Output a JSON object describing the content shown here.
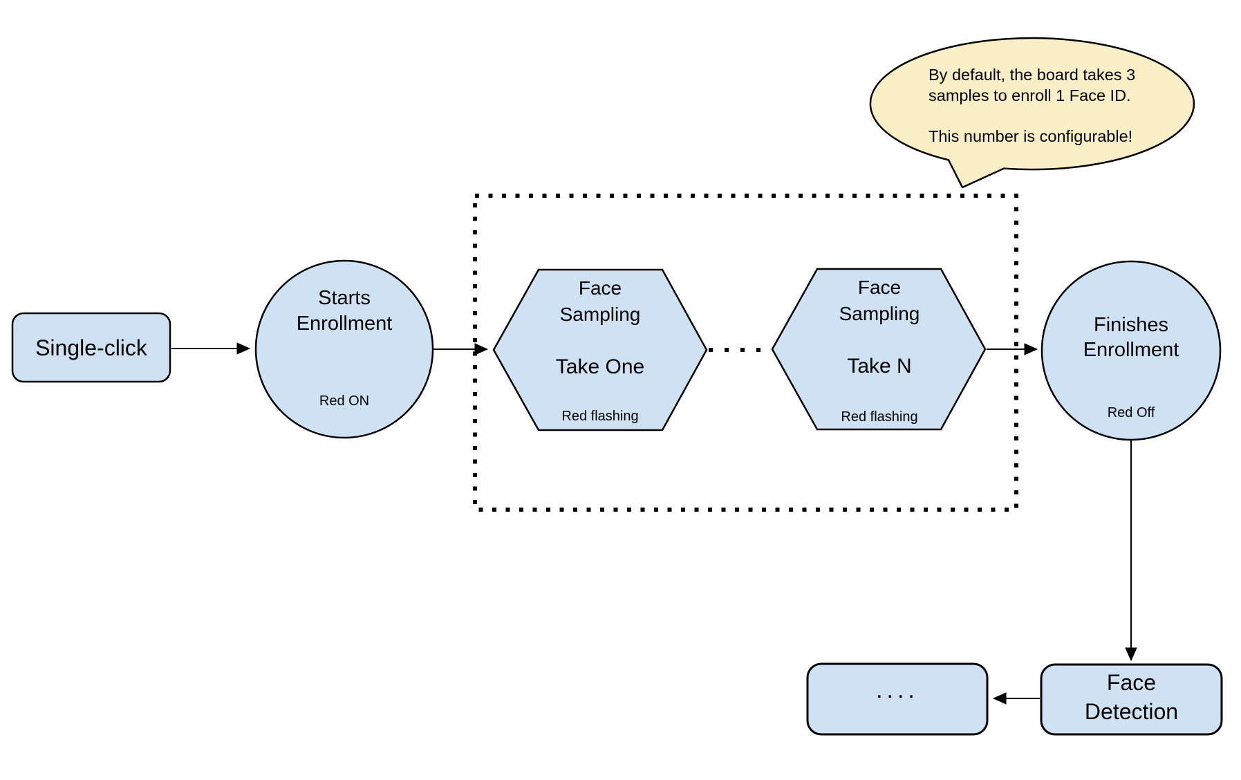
{
  "colors": {
    "node_fill": "#cfe2f3",
    "node_stroke": "#000000",
    "callout_fill": "#faeec6"
  },
  "nodes": {
    "single_click": {
      "label": "Single-click"
    },
    "starts_enrollment": {
      "line1": "Starts",
      "line2": "Enrollment",
      "status": "Red ON"
    },
    "face_sampling_take_one": {
      "line1": "Face",
      "line2": "Sampling",
      "take_label": "Take One",
      "status": "Red flashing"
    },
    "face_sampling_take_n": {
      "line1": "Face",
      "line2": "Sampling",
      "take_label": "Take N",
      "status": "Red flashing"
    },
    "finishes_enrollment": {
      "line1": "Finishes",
      "line2": "Enrollment",
      "status": "Red Off"
    },
    "face_detection": {
      "line1": "Face",
      "line2": "Detection"
    },
    "continuation": {
      "label": "...."
    }
  },
  "callout": {
    "lines": [
      "By default, the board takes 3",
      "samples to enroll 1 Face ID.",
      "",
      "This number is configurable!"
    ]
  }
}
